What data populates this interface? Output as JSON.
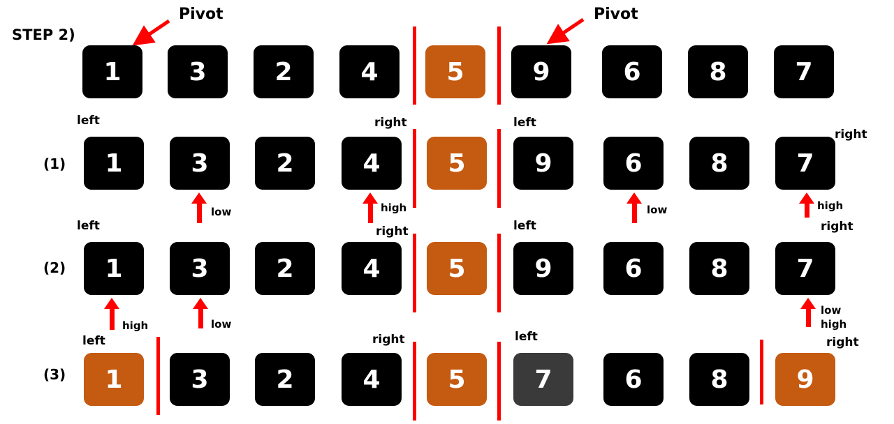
{
  "title": "STEP 2)",
  "pivot_labels": [
    "Pivot",
    "Pivot"
  ],
  "colors": {
    "default": "#000000",
    "pivot": "#c55a11",
    "swapped": "#3a3a3a",
    "marker": "#ff0000"
  },
  "top_row": {
    "cells": [
      {
        "value": "1",
        "state": "default"
      },
      {
        "value": "3",
        "state": "default"
      },
      {
        "value": "2",
        "state": "default"
      },
      {
        "value": "4",
        "state": "default"
      },
      {
        "value": "5",
        "state": "pivot"
      },
      {
        "value": "9",
        "state": "default"
      },
      {
        "value": "6",
        "state": "default"
      },
      {
        "value": "8",
        "state": "default"
      },
      {
        "value": "7",
        "state": "default"
      }
    ]
  },
  "rows": [
    {
      "label": "(1)",
      "cells": [
        {
          "value": "1",
          "state": "default"
        },
        {
          "value": "3",
          "state": "default"
        },
        {
          "value": "2",
          "state": "default"
        },
        {
          "value": "4",
          "state": "default"
        },
        {
          "value": "5",
          "state": "pivot"
        },
        {
          "value": "9",
          "state": "default"
        },
        {
          "value": "6",
          "state": "default"
        },
        {
          "value": "8",
          "state": "default"
        },
        {
          "value": "7",
          "state": "default"
        }
      ],
      "tags": [
        "left",
        "right",
        "left",
        "right"
      ],
      "pointers": [
        "low",
        "high",
        "low",
        "high"
      ]
    },
    {
      "label": "(2)",
      "cells": [
        {
          "value": "1",
          "state": "default"
        },
        {
          "value": "3",
          "state": "default"
        },
        {
          "value": "2",
          "state": "default"
        },
        {
          "value": "4",
          "state": "default"
        },
        {
          "value": "5",
          "state": "pivot"
        },
        {
          "value": "9",
          "state": "default"
        },
        {
          "value": "6",
          "state": "default"
        },
        {
          "value": "8",
          "state": "default"
        },
        {
          "value": "7",
          "state": "default"
        }
      ],
      "tags": [
        "left",
        "right",
        "left",
        "right"
      ],
      "pointers": [
        "high",
        "low",
        "low",
        "high"
      ]
    },
    {
      "label": "(3)",
      "cells": [
        {
          "value": "1",
          "state": "pivot"
        },
        {
          "value": "3",
          "state": "default"
        },
        {
          "value": "2",
          "state": "default"
        },
        {
          "value": "4",
          "state": "default"
        },
        {
          "value": "5",
          "state": "pivot"
        },
        {
          "value": "7",
          "state": "swapped"
        },
        {
          "value": "6",
          "state": "default"
        },
        {
          "value": "8",
          "state": "default"
        },
        {
          "value": "9",
          "state": "pivot"
        }
      ],
      "tags": [
        "left",
        "right",
        "left",
        "right"
      ],
      "pointers": []
    }
  ]
}
